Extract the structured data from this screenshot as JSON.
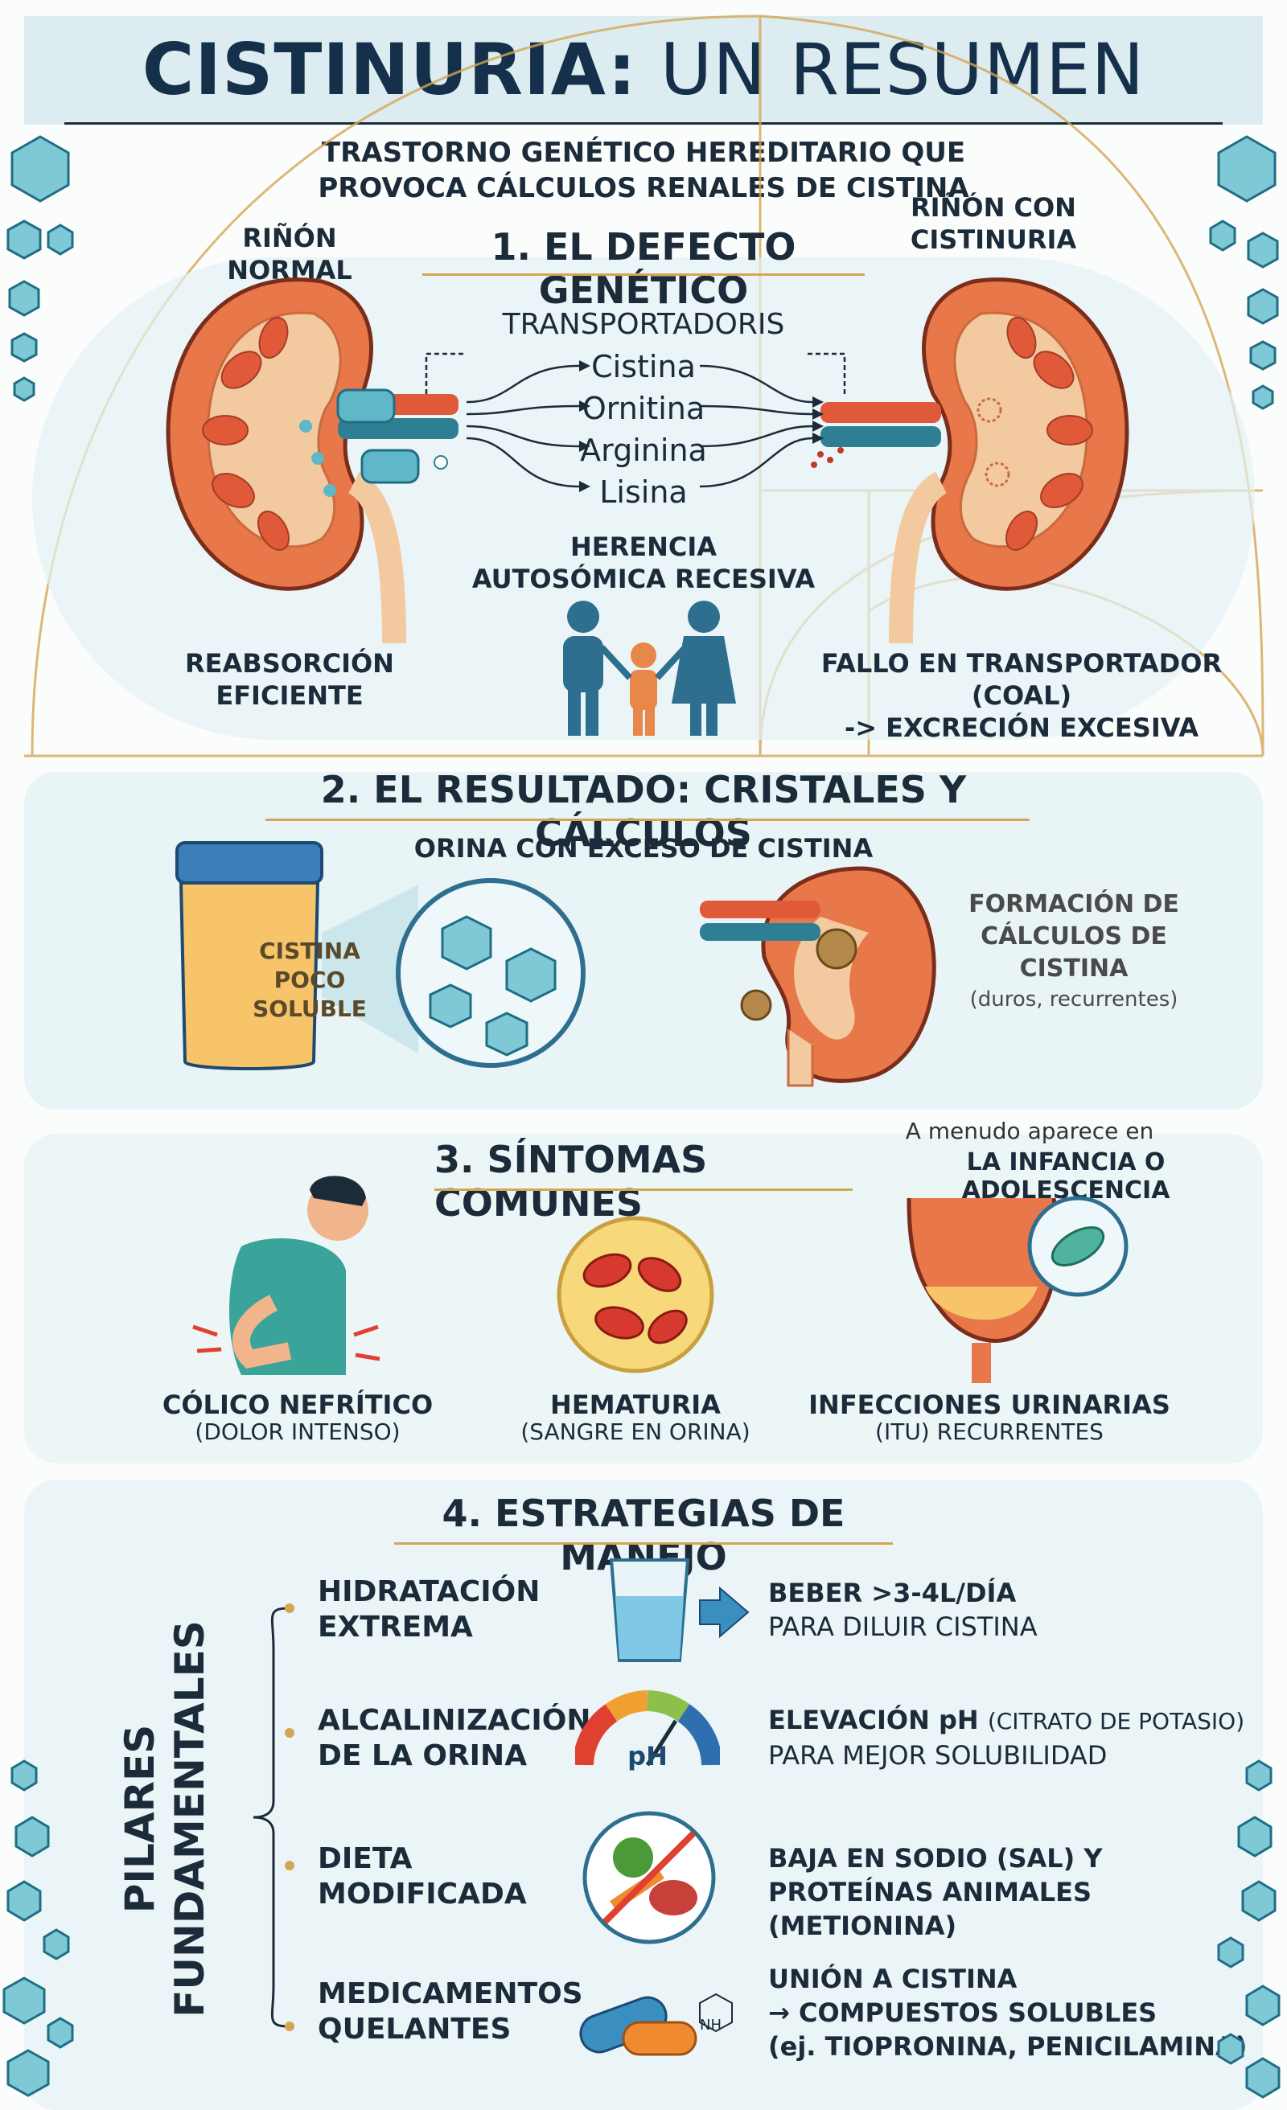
{
  "title": {
    "bold": "CISTINURIA:",
    "rest": "UN RESUMEN"
  },
  "subtitle": [
    "TRASTORNO GENÉTICO HEREDITARIO QUE",
    "PROVOCA CÁLCULOS RENALES DE CISTINA"
  ],
  "section1": {
    "heading": "1. EL DEFECTO GENÉTICO",
    "normal_kidney": "RIÑÓN NORMAL",
    "cystinuria_kidney": [
      "RIÑÓN CON",
      "CISTINURIA"
    ],
    "transporters_label": "TRANSPORTADORIS",
    "amino_acids": [
      "Cistina",
      "Ornitina",
      "Arginina",
      "Lisina"
    ],
    "inheritance": [
      "HERENCIA",
      "AUTOSÓMICA RECESIVA"
    ],
    "left_caption": [
      "REABSORCIÓN",
      "EFICIENTE"
    ],
    "right_caption": [
      "FALLO EN TRANSPORTADOR (COAL)",
      "-> EXCRECIÓN EXCESIVA"
    ]
  },
  "section2": {
    "heading": "2. EL RESULTADO: CRISTALES Y CÁLCULOS",
    "urine_label": "ORINA CON EXCESO DE CISTINA",
    "jar_text": [
      "CISTINA",
      "POCO",
      "SOLUBLE"
    ],
    "stone_text": [
      "FORMACIÓN DE",
      "CÁLCULOS DE",
      "CISTINA"
    ],
    "stone_note": "(duros, recurrentes)"
  },
  "section3": {
    "heading": "3. SÍNTOMAS COMUNES",
    "onset_note": [
      "A menudo aparece en",
      "LA INFANCIA O ADOLESCENCIA"
    ],
    "symptoms": [
      {
        "name": "CÓLICO NEFRÍTICO",
        "detail": "(DOLOR INTENSO)"
      },
      {
        "name": "HEMATURIA",
        "detail": "(SANGRE EN ORINA)"
      },
      {
        "name": "INFECCIONES URINARIAS",
        "detail": "(ITU) RECURRENTES"
      }
    ]
  },
  "section4": {
    "heading": "4. ESTRATEGIAS DE MANEJO",
    "pillars_label": [
      "PILARES",
      "FUNDAMENTALES"
    ],
    "strategies": [
      {
        "name": [
          "HIDRATACIÓN",
          "EXTREMA"
        ],
        "desc": [
          "BEBER >3-4L/DÍA",
          "PARA DILUIR CISTINA"
        ],
        "desc_small": ""
      },
      {
        "name": [
          "ALCALINIZACIÓN",
          "DE LA ORINA"
        ],
        "desc": [
          "ELEVACIÓN pH",
          "PARA MEJOR SOLUBILIDAD"
        ],
        "desc_small": "(CITRATO DE POTASIO)"
      },
      {
        "name": [
          "DIETA",
          "MODIFICADA"
        ],
        "desc": [
          "BAJA EN SODIO (SAL) Y",
          "PROTEÍNAS ANIMALES (METIONINA)"
        ],
        "desc_small": ""
      },
      {
        "name": [
          "MEDICAMENTOS",
          "QUELANTES"
        ],
        "desc": [
          "UNIÓN A CISTINA",
          "→ COMPUESTOS SOLUBLES",
          "(ej. TIOPRONINA, PENICILAMINA)"
        ],
        "desc_small": ""
      }
    ],
    "ph_label": "pH",
    "chem_label": "NH"
  },
  "colors": {
    "navy": "#14304a",
    "gold": "#d4a652",
    "kidney": "#e8774a",
    "teal": "#2e7f94",
    "band": "#e4f1f4"
  }
}
